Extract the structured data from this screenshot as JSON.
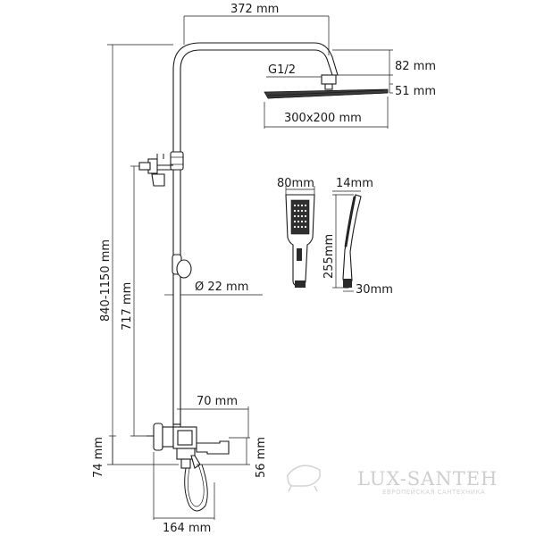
{
  "dimensions": {
    "arm_length": "372 mm",
    "thread": "G1/2",
    "head_height": "82 mm",
    "head_thickness": "51 mm",
    "head_size": "300x200 mm",
    "total_height": "840-1150 mm",
    "rail_height": "717 mm",
    "pipe_diameter": "Ø 22 mm",
    "mixer_offset": "70 mm",
    "bottom_height": "74 mm",
    "spout_height": "56 mm",
    "mixer_width": "164 mm",
    "hand_width": "80mm",
    "hand_thickness": "14mm",
    "hand_length": "255mm",
    "hand_base": "30mm"
  },
  "logo": {
    "name": "LUX-SANTEH",
    "tagline": "ЕВРОПЕЙСКАЯ САНТЕХНИКА"
  }
}
